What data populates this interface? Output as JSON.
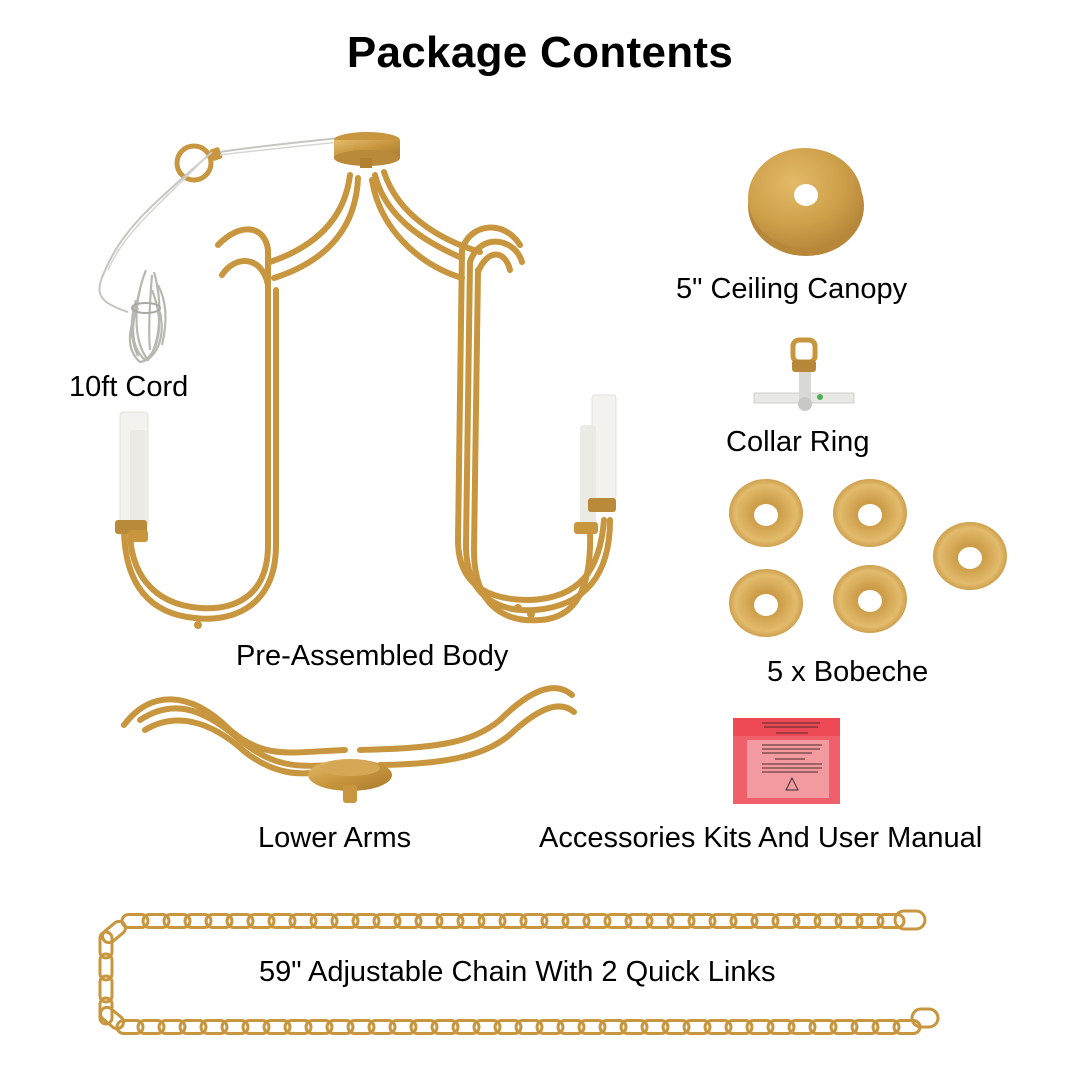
{
  "page": {
    "title": "Package Contents"
  },
  "items": {
    "cord": {
      "label": "10ft Cord",
      "icon": "cord-coil-icon"
    },
    "body": {
      "label": "Pre-Assembled Body",
      "icon": "chandelier-body-icon"
    },
    "lower_arms": {
      "label": "Lower Arms",
      "icon": "lower-arms-icon"
    },
    "canopy": {
      "label": "5\" Ceiling Canopy",
      "icon": "ceiling-canopy-icon"
    },
    "collar_ring": {
      "label": "Collar Ring",
      "icon": "collar-ring-icon"
    },
    "bobeche": {
      "label": "5 x Bobeche",
      "count": 5,
      "icon": "bobeche-icon"
    },
    "accessories": {
      "label": "Accessories Kits And User Manual",
      "icon": "accessory-bag-icon"
    },
    "chain": {
      "label": "59\" Adjustable Chain With 2 Quick Links",
      "icon": "chain-icon"
    }
  },
  "colors": {
    "gold": "#C8963E",
    "gold_dark": "#A67A2C",
    "gold_light": "#E0B868",
    "candle": "#F4F2EE",
    "bag_red": "#F0606A",
    "cord_silver": "#C8C8C0"
  }
}
